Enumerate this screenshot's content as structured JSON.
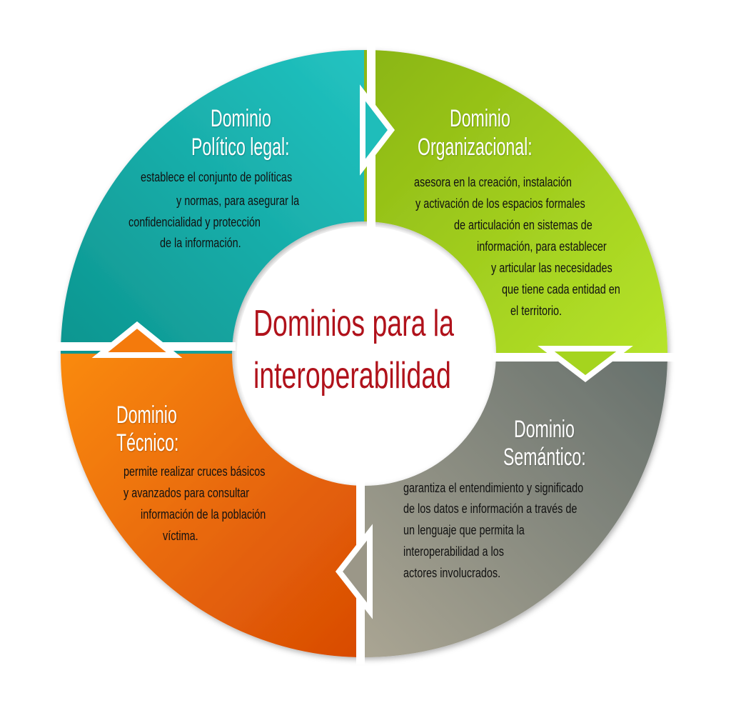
{
  "title": {
    "line1": "Dominios para la",
    "line2": "interoperabilidad"
  },
  "colors": {
    "teal": "#1bb3b0",
    "green": "#9cc81a",
    "gray": "#8f8c80",
    "orange": "#ef7010",
    "title": "#b0121b"
  },
  "domains": [
    {
      "id": "politico-legal",
      "heading": [
        "Dominio",
        "Político legal:"
      ],
      "body": [
        "establece el conjunto de políticas",
        "y normas, para asegurar la",
        "confidencialidad y protección",
        "de la información."
      ]
    },
    {
      "id": "organizacional",
      "heading": [
        "Dominio",
        "Organizacional:"
      ],
      "body": [
        "asesora en la creación, instalación",
        "y activación de los espacios formales",
        "de articulación en sistemas de",
        "información, para establecer",
        "y articular las necesidades",
        "que tiene cada entidad en",
        "el territorio."
      ]
    },
    {
      "id": "semantico",
      "heading": [
        "Dominio",
        "Semántico:"
      ],
      "body": [
        "garantiza el entendimiento y significado",
        "de los datos e información a través de",
        "un lenguaje que permita la",
        "interoperabilidad a los",
        "actores involucrados."
      ]
    },
    {
      "id": "tecnico",
      "heading": [
        "Dominio",
        "Técnico:"
      ],
      "body": [
        "permite realizar cruces básicos",
        "y avanzados para consultar",
        "información de la población",
        "víctima."
      ]
    }
  ]
}
